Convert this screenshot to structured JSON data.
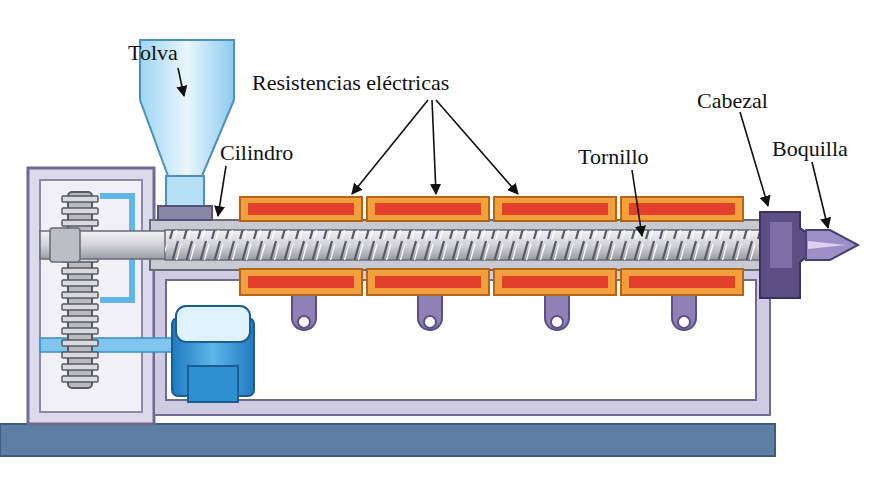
{
  "diagram": {
    "labels": [
      "Tolva",
      "Resistencias eléctricas",
      "Cilindro",
      "Tornillo",
      "Cabezal",
      "Boquilla"
    ]
  }
}
